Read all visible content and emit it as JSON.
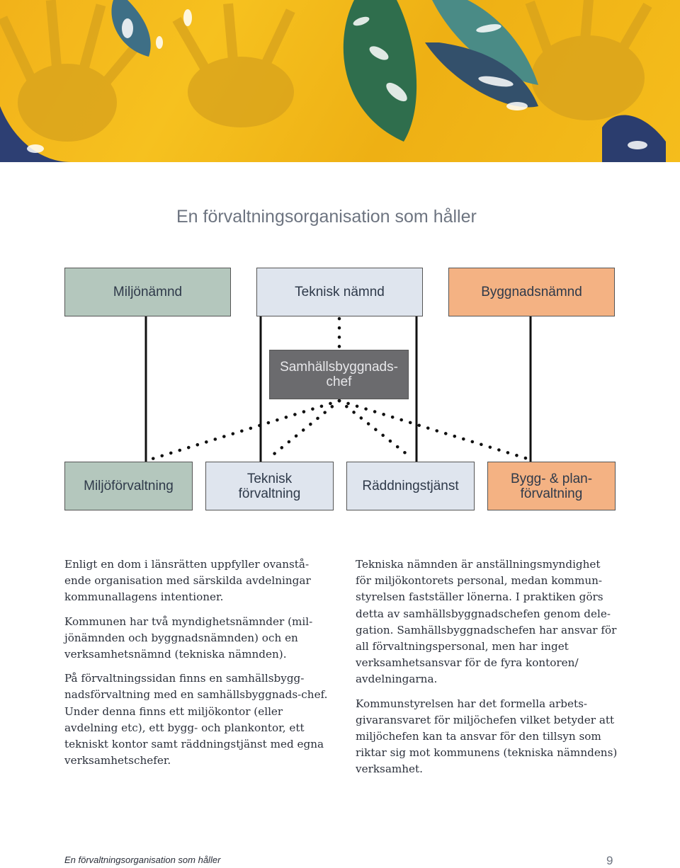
{
  "title": "En förvaltningsorganisation som håller",
  "nodes": {
    "miljonamnd": "Miljönämnd",
    "teknisk_namnd": "Teknisk nämnd",
    "byggnadsnamnd": "Byggnadsnämnd",
    "samhallsbyggnadschef_line1": "Samhällsbyggnads-",
    "samhallsbyggnadschef_line2": "chef",
    "miljoforvaltning": "Miljöförvaltning",
    "teknisk_forvaltning_line1": "Teknisk",
    "teknisk_forvaltning_line2": "förvaltning",
    "raddningstjanst": "Räddningstjänst",
    "bygg_plan_line1": "Bygg- & plan-",
    "bygg_plan_line2": "förvaltning"
  },
  "colors": {
    "green": "#b4c7bd",
    "blue": "#dfe5ee",
    "orange": "#f4b283",
    "dark": "#6b6b6e",
    "banner": "#f2b21a"
  },
  "left_column": [
    "Enligt en dom i länsrätten uppfyller ovanstå-ende organisation med särskilda avdelningar kommunallagens intentioner.",
    "Kommunen har två myndighetsnämnder (mil-jönämnden och byggnadsnämnden) och en verksamhetsnämnd (tekniska nämnden).",
    "På förvaltningssidan finns en samhällsbygg-nadsförvaltning med en samhällsbyggnads-chef. Under denna finns ett miljökontor (eller avdelning etc), ett bygg- och plankontor, ett tekniskt kontor samt räddningstjänst med egna verksamhetschefer."
  ],
  "right_column": [
    "Tekniska nämnden är anställningsmyndighet för miljökontorets personal, medan kommun-styrelsen fastställer lönerna. I praktiken görs detta av samhällsbyggnadschefen genom dele-gation. Samhällsbyggnadschefen har ansvar för all förvaltningspersonal, men har inget verksamhetsansvar för de fyra kontoren/ avdelningarna.",
    "Kommunstyrelsen har det formella arbets-givaransvaret för miljöchefen vilket betyder att miljöchefen kan ta ansvar för den tillsyn som riktar sig mot kommunens (tekniska nämndens) verksamhet."
  ],
  "footer": {
    "running_title": "En förvaltningsorganisation som håller",
    "page_number": "9"
  }
}
